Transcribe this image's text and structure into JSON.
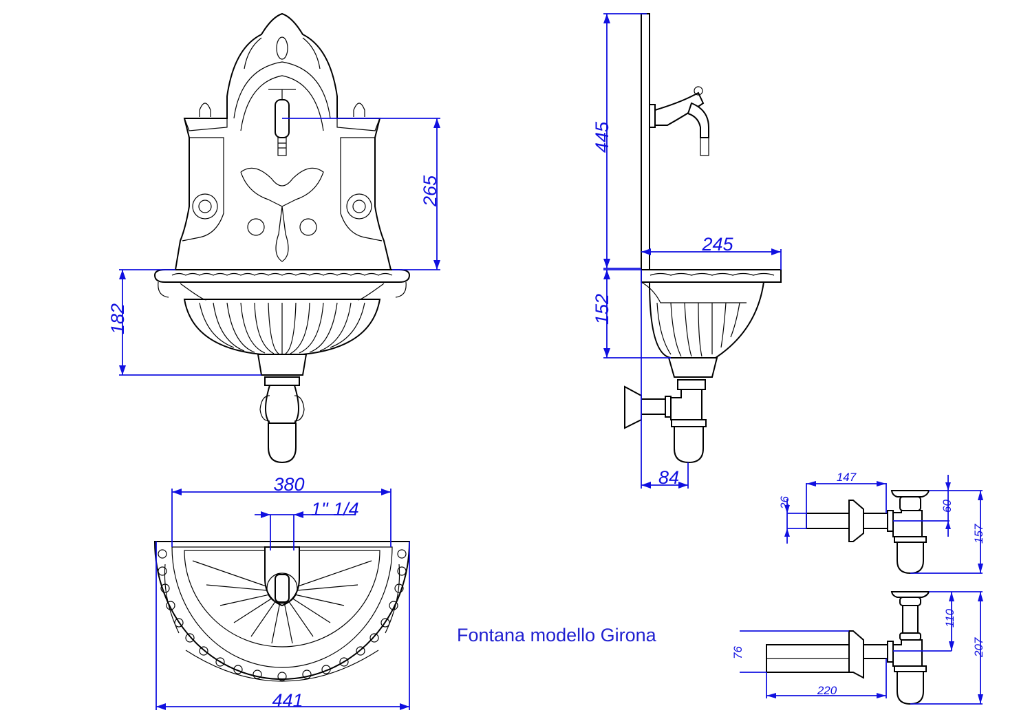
{
  "title": "Fontana modello Girona",
  "colors": {
    "dimension": "#1010e0",
    "drawing": "#000000",
    "title": "#2020d0"
  },
  "front_view": {
    "dims": {
      "tap_height": "265",
      "basin_height": "182"
    }
  },
  "top_view": {
    "dims": {
      "inner_width": "380",
      "drain_size": "1\" 1/4",
      "outer_width": "441"
    }
  },
  "side_view": {
    "dims": {
      "backplate_height": "445",
      "depth": "245",
      "basin_height": "152",
      "drain_offset": "84"
    }
  },
  "siphon_short": {
    "dims": {
      "length": "147",
      "pipe_diameter": "26",
      "outlet_height": "60",
      "total_height": "157"
    }
  },
  "siphon_long": {
    "dims": {
      "length": "220",
      "pipe_diameter": "76",
      "outlet_height": "110",
      "total_height": "207"
    }
  }
}
